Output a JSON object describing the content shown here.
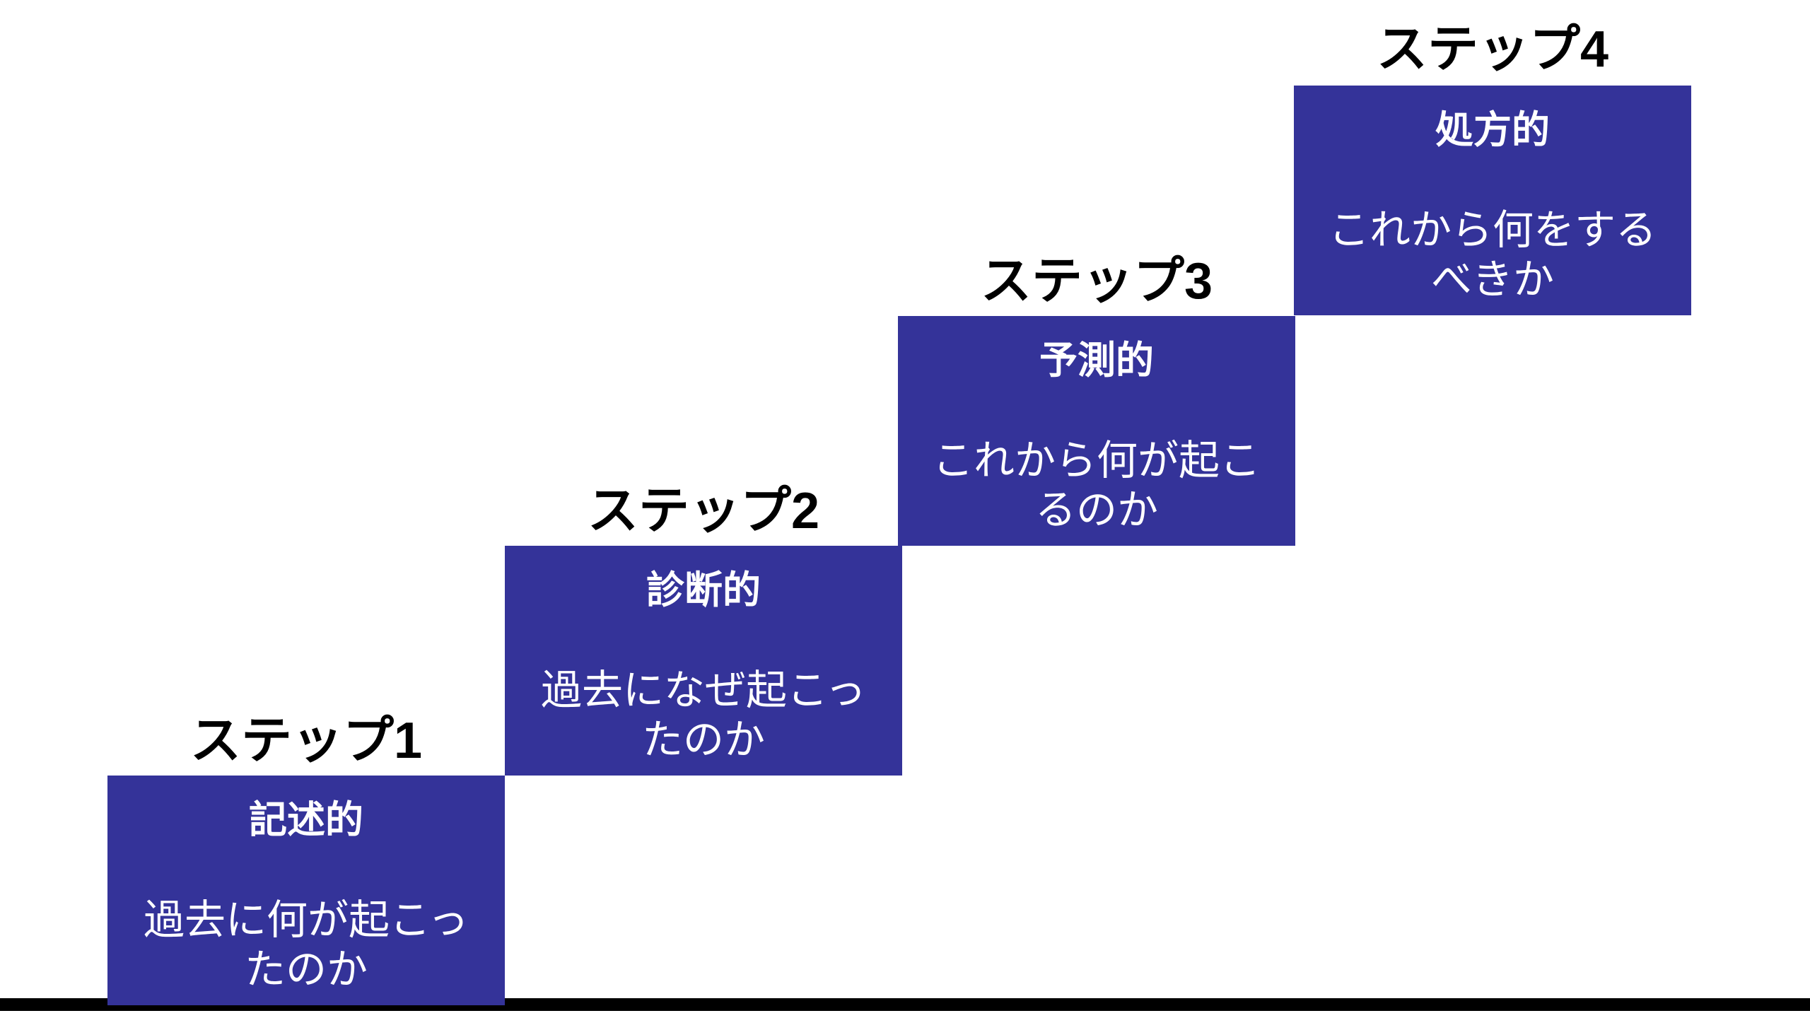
{
  "accent_color": "#343399",
  "steps": [
    {
      "label": "ステップ1",
      "title": "記述的",
      "description": "過去に何が起こったのか"
    },
    {
      "label": "ステップ2",
      "title": "診断的",
      "description": "過去になぜ起こったのか"
    },
    {
      "label": "ステップ3",
      "title": "予測的",
      "description": "これから何が起こるのか"
    },
    {
      "label": "ステップ4",
      "title": "処方的",
      "description": "これから何をするべきか"
    }
  ]
}
